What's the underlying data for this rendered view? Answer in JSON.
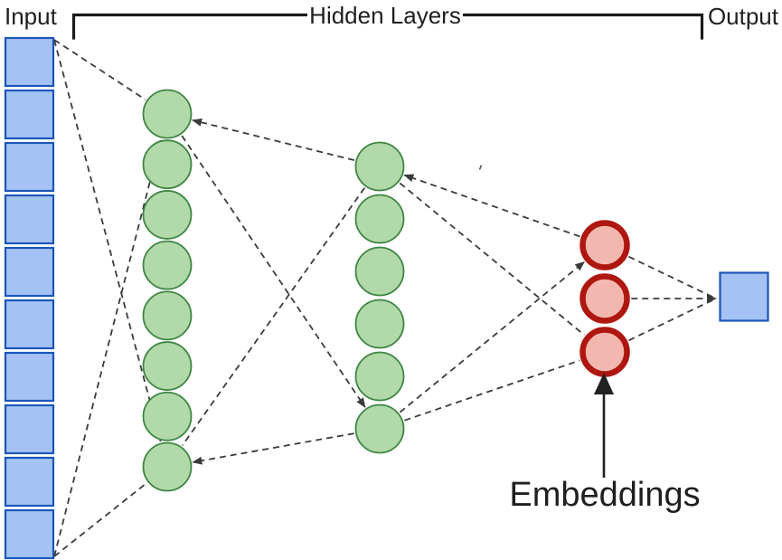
{
  "diagram_type": "neural-network-autoencoder",
  "labels": {
    "input": "Input",
    "hidden_layers": "Hidden Layers",
    "output": "Output",
    "embeddings": "Embeddings"
  },
  "colors": {
    "text": "#1f1f1f",
    "bracket": "#1c1c1c",
    "pointer": "#212121",
    "stray_mark": "#555555",
    "background": "#ffffff"
  },
  "connector_style": {
    "color": "#3b3b3b",
    "dash": "7 5",
    "width": 1.8
  },
  "layers": [
    {
      "id": "input",
      "shape": "square",
      "count": 10,
      "fill": "#a4c2f4",
      "stroke": "#1b56b8"
    },
    {
      "id": "hidden1",
      "shape": "circle",
      "count": 8,
      "fill": "#b2d9aa",
      "stroke": "#3e8642"
    },
    {
      "id": "hidden2",
      "shape": "circle",
      "count": 6,
      "fill": "#b2d9aa",
      "stroke": "#3e8642"
    },
    {
      "id": "embeddings",
      "shape": "circle",
      "count": 3,
      "fill": "#f2b8b0",
      "stroke": "#ae1710"
    },
    {
      "id": "output",
      "shape": "square",
      "count": 1,
      "fill": "#a4c2f4",
      "stroke": "#1b56b8"
    }
  ],
  "connections": [
    {
      "from": "input.top",
      "to": "hidden1.0",
      "arrow": null
    },
    {
      "from": "input.top",
      "to": "hidden1.7",
      "arrow": null
    },
    {
      "from": "input.bottom",
      "to": "hidden1.0",
      "arrow": null
    },
    {
      "from": "input.bottom",
      "to": "hidden1.7",
      "arrow": null
    },
    {
      "from": "hidden2.0",
      "to": "hidden1.0",
      "arrow": "end"
    },
    {
      "from": "hidden1.0",
      "to": "hidden2.5",
      "arrow": "end"
    },
    {
      "from": "hidden2.0",
      "to": "hidden1.7",
      "arrow": null
    },
    {
      "from": "hidden2.5",
      "to": "hidden1.7",
      "arrow": "end"
    },
    {
      "from": "embeddings.0",
      "to": "hidden2.0",
      "arrow": "end"
    },
    {
      "from": "hidden2.0",
      "to": "embeddings.2",
      "arrow": null
    },
    {
      "from": "hidden2.5",
      "to": "embeddings.0",
      "arrow": "end"
    },
    {
      "from": "hidden2.5",
      "to": "embeddings.2",
      "arrow": null
    },
    {
      "from": "embeddings.0",
      "to": "output.0",
      "arrow": null
    },
    {
      "from": "embeddings.1",
      "to": "output.0",
      "arrow": "end"
    },
    {
      "from": "embeddings.2",
      "to": "output.0",
      "arrow": null
    }
  ]
}
